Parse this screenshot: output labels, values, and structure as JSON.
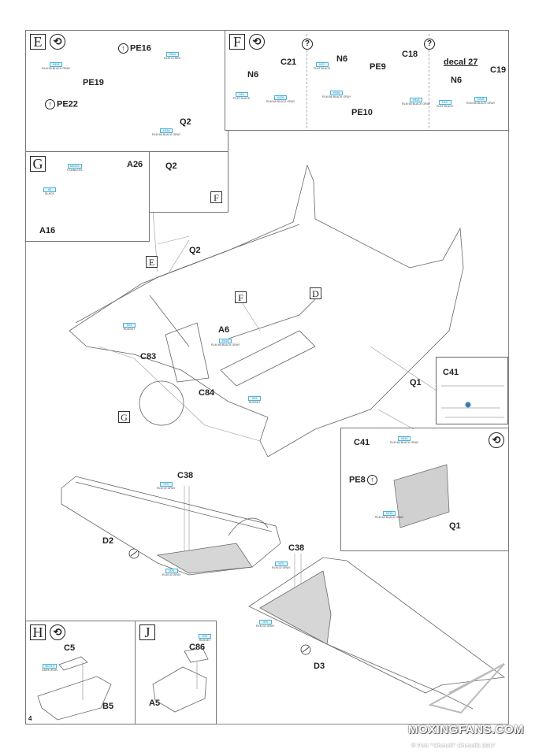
{
  "page": {
    "number": "4"
  },
  "steps": {
    "E": {
      "letter": "E",
      "rotate_icon": "rotate-arrows-icon",
      "parts": {
        "pe16": "PE16",
        "pe19": "PE19",
        "pe22": "PE22",
        "q2": "Q2"
      },
      "paints": [
        {
          "code": "H416",
          "name": "RLM 66 BLACK GRAY"
        },
        {
          "code": "H414",
          "name": "RLM 23 RED"
        },
        {
          "code": "H416",
          "name": "RLM 66 BLACK GRAY"
        }
      ]
    },
    "F": {
      "letter": "F",
      "rotate_icon": "rotate-arrows-icon",
      "option_icon": "question-mark-icon",
      "parts": {
        "n6a": "N6",
        "c21": "C21",
        "n6b": "N6",
        "pe9": "PE9",
        "c18": "C18",
        "pe10": "PE10",
        "decal": "decal 27",
        "n6c": "N6",
        "c19": "C19"
      },
      "paints": [
        {
          "code": "H12",
          "name": "FLAT BLACK"
        },
        {
          "code": "H416",
          "name": "RLM 66 BLACK GRAY"
        },
        {
          "code": "H12",
          "name": "FLAT BLACK"
        },
        {
          "code": "H416",
          "name": "RLM 66 BLACK GRAY"
        },
        {
          "code": "H416",
          "name": "RLM 66 BLACK GRAY"
        },
        {
          "code": "H12",
          "name": "FLAT BLACK"
        },
        {
          "code": "H416",
          "name": "RLM 66 BLACK GRAY"
        }
      ]
    },
    "G": {
      "letter": "G",
      "parts": {
        "a26": "A26",
        "a16": "A16"
      },
      "paints": [
        {
          "code": "MC213",
          "name": "STAINLESS"
        },
        {
          "code": "H2",
          "name": "BLACK"
        }
      ]
    },
    "detail_q2": {
      "parts": {
        "q2": "Q2"
      },
      "ref": "F"
    },
    "main": {
      "parts": {
        "q2": "Q2",
        "a6": "A6",
        "c83": "C83",
        "c84": "C84",
        "q1": "Q1"
      },
      "refs": {
        "e": "E",
        "f": "F",
        "d": "D",
        "g": "G"
      },
      "paints": [
        {
          "code": "H23",
          "name": "RUSSET"
        },
        {
          "code": "H416",
          "name": "RLM 66 BLACK GRAY"
        },
        {
          "code": "H23",
          "name": "RUSSET"
        }
      ]
    },
    "detail_c41": {
      "parts": {
        "c41": "C41"
      }
    },
    "detail_pe8": {
      "rotate_icon": "rotate-arrows-icon",
      "parts": {
        "c41": "C41",
        "pe8": "PE8",
        "q1": "Q1"
      },
      "paints": [
        {
          "code": "H416",
          "name": "RLM 66 BLACK GRAY"
        },
        {
          "code": "H416",
          "name": "RLM 66 BLACK GRAY"
        }
      ]
    },
    "wing_left": {
      "parts": {
        "c38": "C38",
        "d2": "D2"
      },
      "paints": [
        {
          "code": "H70",
          "name": "RLM 02 GRAY"
        },
        {
          "code": "H70",
          "name": "RLM 02 GRAY"
        }
      ]
    },
    "wing_right": {
      "parts": {
        "c38": "C38",
        "d3": "D3"
      },
      "paints": [
        {
          "code": "H70",
          "name": "RLM 02 GRAY"
        },
        {
          "code": "H70",
          "name": "RLM 02 GRAY"
        }
      ]
    },
    "H": {
      "letter": "H",
      "rotate_icon": "rotate-arrows-icon",
      "parts": {
        "c5": "C5",
        "b5": "B5"
      },
      "paints": [
        {
          "code": "MC214",
          "name": "DARK IRON"
        }
      ]
    },
    "J": {
      "letter": "J",
      "parts": {
        "c86": "C86",
        "a5": "A5"
      },
      "paints": [
        {
          "code": "H23",
          "name": "RUSSET"
        }
      ]
    }
  },
  "branding": {
    "watermark": "MOXINGFANS.COM",
    "copyright": "© Petr \"Chmeli\" Chmelík 2017"
  },
  "colors": {
    "paint_code_border": "#4ab3d9",
    "paint_code_text": "#2a8fb8",
    "shading": "#d6d6d6",
    "outline": "#555555"
  }
}
